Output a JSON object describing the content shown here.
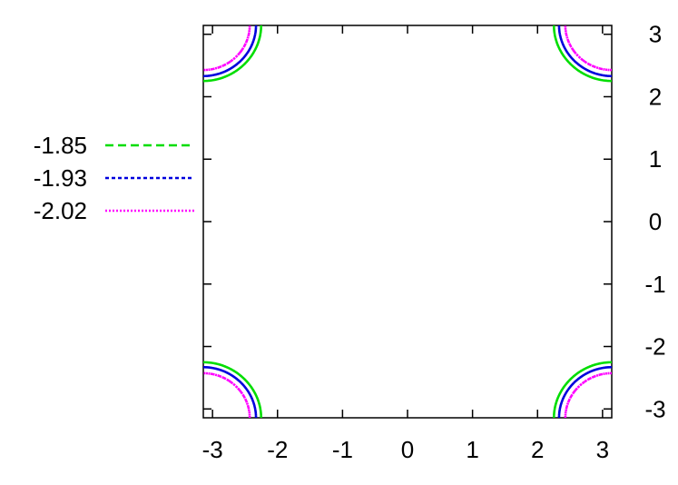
{
  "chart_data": {
    "type": "line",
    "subtype": "contour",
    "title": "",
    "xlabel": "",
    "ylabel": "",
    "xlim": [
      -3.14159,
      3.14159
    ],
    "ylim": [
      -3.14159,
      3.14159
    ],
    "xticks": [
      -3,
      -2,
      -1,
      0,
      1,
      2,
      3
    ],
    "xtick_labels": [
      "-3",
      "-2",
      "-1",
      "0",
      "1",
      "2",
      "3"
    ],
    "yticks": [
      3,
      2,
      1,
      0,
      -1,
      -2,
      -3
    ],
    "ytick_labels": [
      "3",
      "2",
      "1",
      "0",
      "-1",
      "-2",
      "-3"
    ],
    "y_axis_side": "right",
    "grid": false,
    "legend_position": "left",
    "contour_function": "cos(x) + cos(y) - 0.35*cos(x)*cos(y)",
    "series": [
      {
        "name": "-1.85",
        "level": -1.85,
        "color": "#00dd00",
        "dash": "dashed"
      },
      {
        "name": "-1.93",
        "level": -1.93,
        "color": "#0000dd",
        "dash": "dotted"
      },
      {
        "name": "-2.02",
        "level": -2.02,
        "color": "#ff00ff",
        "dash": "fine-dotted"
      }
    ]
  }
}
